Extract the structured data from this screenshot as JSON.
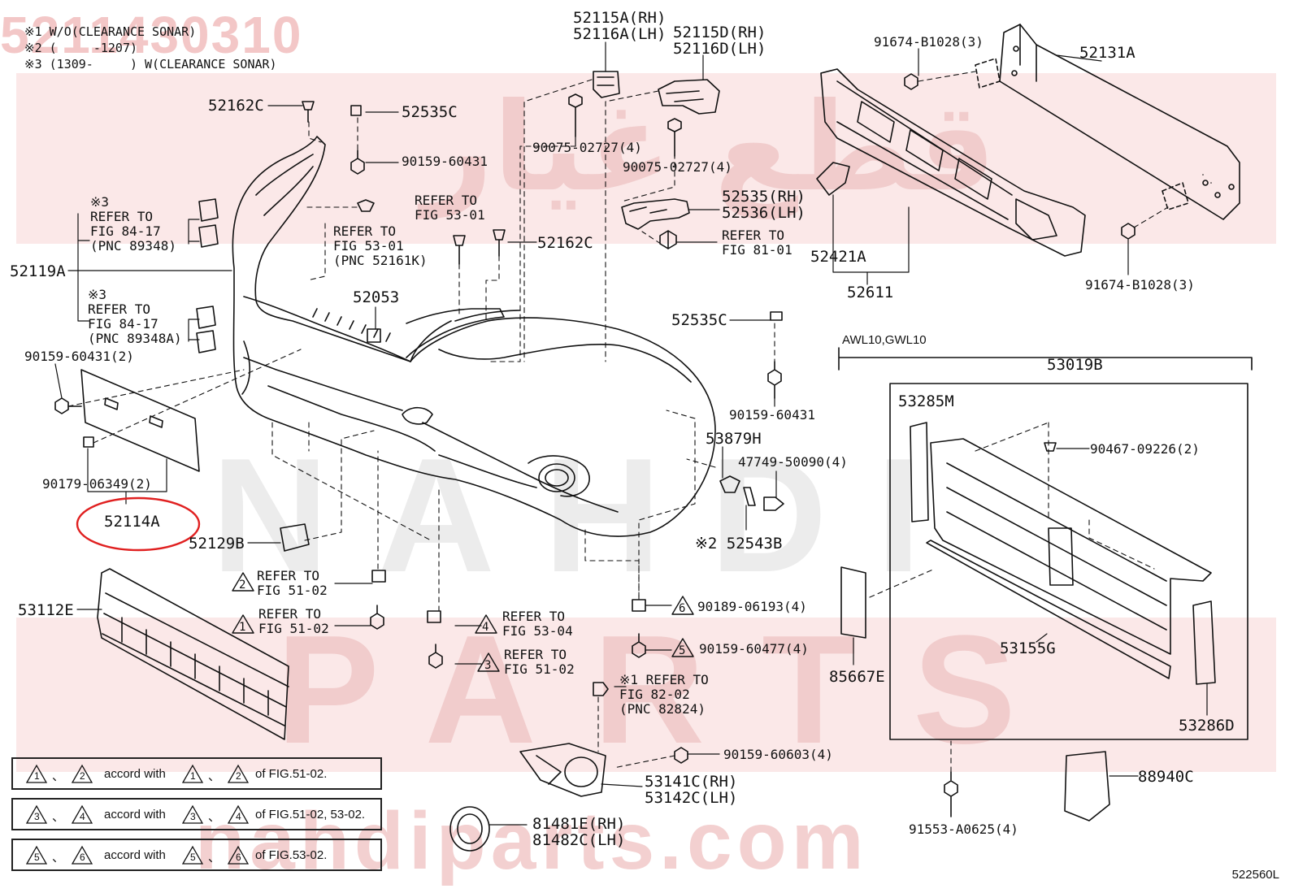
{
  "watermark": {
    "part_number": "5211430310",
    "brand_lines": [
      "NAHDI",
      "PARTS"
    ],
    "arabic": "قطع غيار",
    "domain": "nahdiparts.com",
    "color": "#f0a0a0"
  },
  "notes": [
    "※1 W/O(CLEARANCE SONAR)",
    "※2 (     -1207)",
    "※3 (1309-     ) W(CLEARANCE SONAR)"
  ],
  "labels": {
    "l52162c_top": "52162C",
    "l52535c_top": "52535C",
    "l90159_60431_top": "90159-60431",
    "l52115a": "52115A(RH)\n52116A(LH)",
    "l52115d": "52115D(RH)\n52116D(LH)",
    "l91674_top": "91674-B1028(3)",
    "l52131a": "52131A",
    "l90075_a": "90075-02727(4)",
    "l90075_b": "90075-02727(4)",
    "l52535_rh": "52535(RH)\n52536(LH)",
    "l_ref81": "REFER TO\nFIG 81-01",
    "l52421a": "52421A",
    "l52611": "52611",
    "l91674_bot": "91674-B1028(3)",
    "l_ref53_a": "REFER TO\nFIG 53-01",
    "l_ref53_b": "REFER TO\nFIG 53-01\n(PNC 52161K)",
    "l52162c_mid": "52162C",
    "l_ref84_a": "※3\nREFER TO\nFIG 84-17\n(PNC 89348)",
    "l52119a": "52119A",
    "l_ref84_b": "※3\nREFER TO\nFIG 84-17\n(PNC 89348A)",
    "l52053": "52053",
    "l52535c_mid": "52535C",
    "l90159_60431_2": "90159-60431(2)",
    "l_awl": "AWL10,GWL10",
    "l53019b": "53019B",
    "l53285m": "53285M",
    "l90159_60431_mid": "90159-60431",
    "l53879h": "53879H",
    "l47749": "47749-50090(4)",
    "l90467": "90467-09226(2)",
    "l90179": "90179-06349(2)",
    "l52114a": "52114A",
    "l52129b": "52129B",
    "l52543b": "※2 52543B",
    "l_ref51_a": "REFER TO\nFIG 51-02",
    "l_ref51_b": "REFER TO\nFIG 51-02",
    "l53112e": "53112E",
    "l_ref53_04": "REFER TO\nFIG 53-04",
    "l_ref51_c": "REFER TO\nFIG 51-02",
    "l90189": "90189-06193(4)",
    "l90159_60477": "90159-60477(4)",
    "l53155g": "53155G",
    "l85667e": "85667E",
    "l_ref82": "※1 REFER TO\nFIG 82-02\n(PNC 82824)",
    "l53286d": "53286D",
    "l90159_60603": "90159-60603(4)",
    "l53141c": "53141C(RH)\n53142C(LH)",
    "l88940c": "88940C",
    "l81481e": "81481E(RH)\n81482C(LH)",
    "l91553": "91553-A0625(4)"
  },
  "callouts": {
    "c_ref51_a": "2",
    "c_ref51_b": "1",
    "c_ref53_04": "4",
    "c_ref51_c": "3",
    "c_90189": "6",
    "c_90159_60477": "5"
  },
  "highlight": {
    "part": "52114A",
    "color": "#e02020"
  },
  "legend": [
    {
      "a": "1",
      "b": "2",
      "text_mid": "accord with",
      "c": "1",
      "d": "2",
      "text_end": "of FIG.51-02."
    },
    {
      "a": "3",
      "b": "4",
      "text_mid": "accord with",
      "c": "3",
      "d": "4",
      "text_end": "of FIG.51-02, 53-02."
    },
    {
      "a": "5",
      "b": "6",
      "text_mid": "accord with",
      "c": "5",
      "d": "6",
      "text_end": "of FIG.53-02."
    }
  ],
  "legend_sep": "、",
  "footer": "522560L"
}
